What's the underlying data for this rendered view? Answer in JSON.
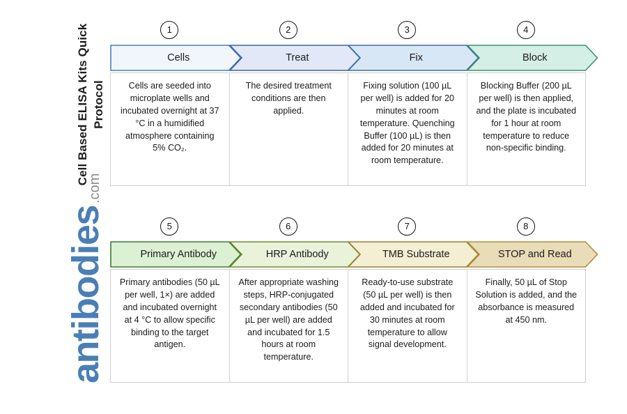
{
  "branding": {
    "vertical_title": "Cell Based ELISA Kits Quick Protocol",
    "logo_word": "antibodies",
    "logo_suffix": ".com",
    "logo_color": "#4a7fb5",
    "logo_suffix_color": "#8d8d8d"
  },
  "rows": [
    {
      "id": "row-1",
      "steps": [
        {
          "number": "1",
          "label": "Cells",
          "description": "Cells are seeded into microplate wells and incubated overnight at 37 °C in a humidified atmosphere containing 5% CO₂.",
          "fill": "#f1f6fc",
          "stroke": "#4a7fb5"
        },
        {
          "number": "2",
          "label": "Treat",
          "description": "The desired treatment conditions are then applied.",
          "fill": "#e2e8f7",
          "stroke": "#3c63a8"
        },
        {
          "number": "3",
          "label": "Fix",
          "description": "Fixing solution (100 µL per well) is added for 20 minutes at room temperature. Quenching Buffer (100 µL) is then added for 20 minutes at room temperature.",
          "fill": "#d8e7f6",
          "stroke": "#3f6f9e"
        },
        {
          "number": "4",
          "label": "Block",
          "description": "Blocking Buffer (200 µL per well) is then applied, and the plate is incubated for 1 hour at room temperature to reduce non-specific binding.",
          "fill": "#d4efe6",
          "stroke": "#3f8f72"
        }
      ]
    },
    {
      "id": "row-2",
      "steps": [
        {
          "number": "5",
          "label": "Primary Antibody",
          "description": "Primary antibodies (50 µL per well, 1×) are added and incubated overnight at 4 °C to allow specific binding to the target antigen.",
          "fill": "#dcf0d3",
          "stroke": "#3d7a31"
        },
        {
          "number": "6",
          "label": "HRP Antibody",
          "description": "After appropriate washing steps, HRP-conjugated secondary antibodies (50 µL per well) are added and incubated for 1.5 hours at room temperature.",
          "fill": "#eaf3da",
          "stroke": "#6d8c2e"
        },
        {
          "number": "7",
          "label": "TMB Substrate",
          "description": "Ready-to-use substrate (50 µL per well) is then added and incubated for 30 minutes at room temperature to allow signal development.",
          "fill": "#f4eed3",
          "stroke": "#96822f"
        },
        {
          "number": "8",
          "label": "STOP and Read",
          "description": "Finally, 50 µL of Stop Solution is added, and the absorbance is measured at 450 nm.",
          "fill": "#e9dcb8",
          "stroke": "#b08f36"
        }
      ]
    }
  ]
}
